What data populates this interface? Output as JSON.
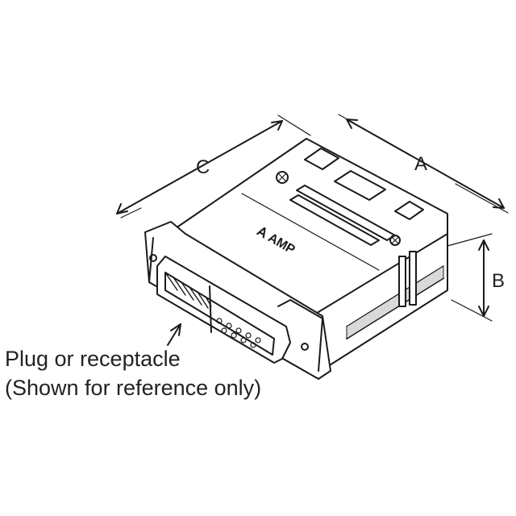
{
  "dimensions": {
    "a_label": "A",
    "b_label": "B",
    "c_label": "C"
  },
  "caption": {
    "line1": "Plug or receptacle",
    "line2": "(Shown  for reference only)"
  },
  "logo_text": "ꓮ AMP",
  "colors": {
    "stroke": "#1a1a1a",
    "body_fill": "#ffffff",
    "shade": "#d9d9d9"
  }
}
